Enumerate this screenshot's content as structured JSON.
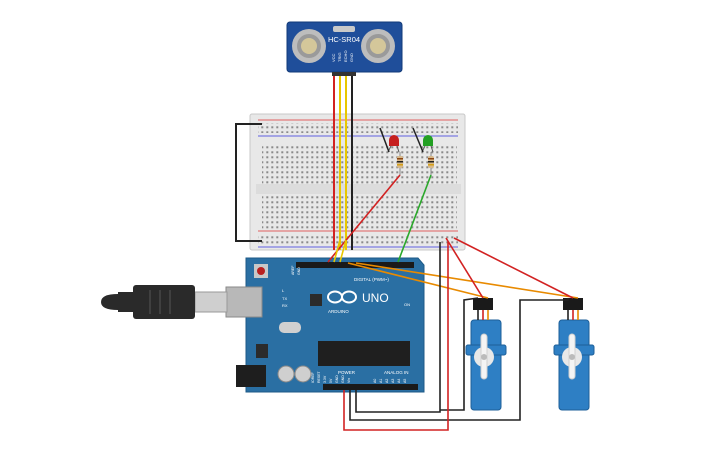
{
  "sensor": {
    "model": "HC-SR04",
    "pins": [
      "VCC",
      "TRIG",
      "ECHO",
      "GND"
    ]
  },
  "board": {
    "brand": "ARDUINO",
    "model": "UNO",
    "digital_label": "DIGITAL (PWM~)",
    "power_label": "POWER",
    "analog_label": "ANALOG IN",
    "tx_label": "TX",
    "rx_label": "RX",
    "on_label": "ON",
    "l_label": "L",
    "aref_label": "AREF",
    "gnd_label": "GND",
    "power_pins": [
      "IOREF",
      "RESET",
      "3.3V",
      "5V",
      "GND",
      "GND",
      "Vin"
    ],
    "analog_pins": [
      "A0",
      "A1",
      "A2",
      "A3",
      "A4",
      "A5"
    ]
  },
  "colors": {
    "board": "#2a6fa3",
    "sensor": "#1f4e9a",
    "breadboard": "#e6e6e6",
    "wire_red": "#d22222",
    "wire_black": "#222222",
    "wire_yellow": "#e8c800",
    "wire_orange": "#e88a00",
    "wire_green": "#2aa82a",
    "servo": "#2e7fc4",
    "led_red": "#c62020",
    "led_green": "#23a023"
  },
  "icons": [
    "usb-cable-icon",
    "servo-motor-icon",
    "led-icon",
    "resistor-icon",
    "arduino-logo-icon"
  ]
}
